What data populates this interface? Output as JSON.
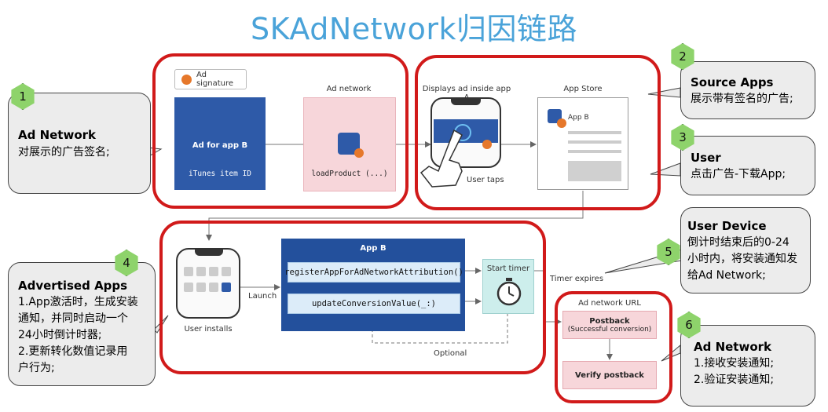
{
  "title": "SKAdNetwork归因链路",
  "callouts": [
    {
      "num": "1",
      "heading": "Ad Network",
      "text": "对展示的广告签名;"
    },
    {
      "num": "2",
      "heading": "Source Apps",
      "text": "展示带有签名的广告;"
    },
    {
      "num": "3",
      "heading": "User",
      "text": "点击广告-下载App;"
    },
    {
      "num": "4",
      "heading": "Advertised Apps",
      "text": "1.App激活时，生成安装\n通知，并同时启动一个\n24小时倒计时器;\n2.更新转化数值记录用\n户行为;"
    },
    {
      "num": "5",
      "heading": "User Device",
      "text": "倒计时结束后的0-24\n小时内，将安装通知发\n给Ad Network;"
    },
    {
      "num": "6",
      "heading": "Ad Network",
      "text": "1.接收安装通知;\n2.验证安装通知;"
    }
  ],
  "diagram": {
    "ad_signature": "Ad signature",
    "ad_for_app_b": "Ad for app B",
    "itunes_item_id": "iTunes item ID",
    "ad_network": "Ad network",
    "load_product": "loadProduct (...)",
    "displays_ad": "Displays ad inside app A",
    "user_taps": "User taps",
    "app_store": "App Store",
    "app_b": "App B",
    "user_installs": "User installs",
    "launch": "Launch",
    "app_b_panel": "App B",
    "register": "registerAppForAdNetworkAttribution()",
    "update": "updateConversionValue(_:)",
    "start_timer": "Start timer",
    "timer_expires": "Timer expires",
    "optional": "Optional",
    "ad_network_url": "Ad network URL",
    "postback": "Postback",
    "successful_conversion": "(Successful conversion)",
    "verify_postback": "Verify postback"
  },
  "colors": {
    "title": "#4aa3d9",
    "group_border": "#d11a1a",
    "badge": "#8ed36b",
    "app_blue": "#2e5aa8",
    "pink": "#f7d6da",
    "orange": "#e6782b"
  }
}
